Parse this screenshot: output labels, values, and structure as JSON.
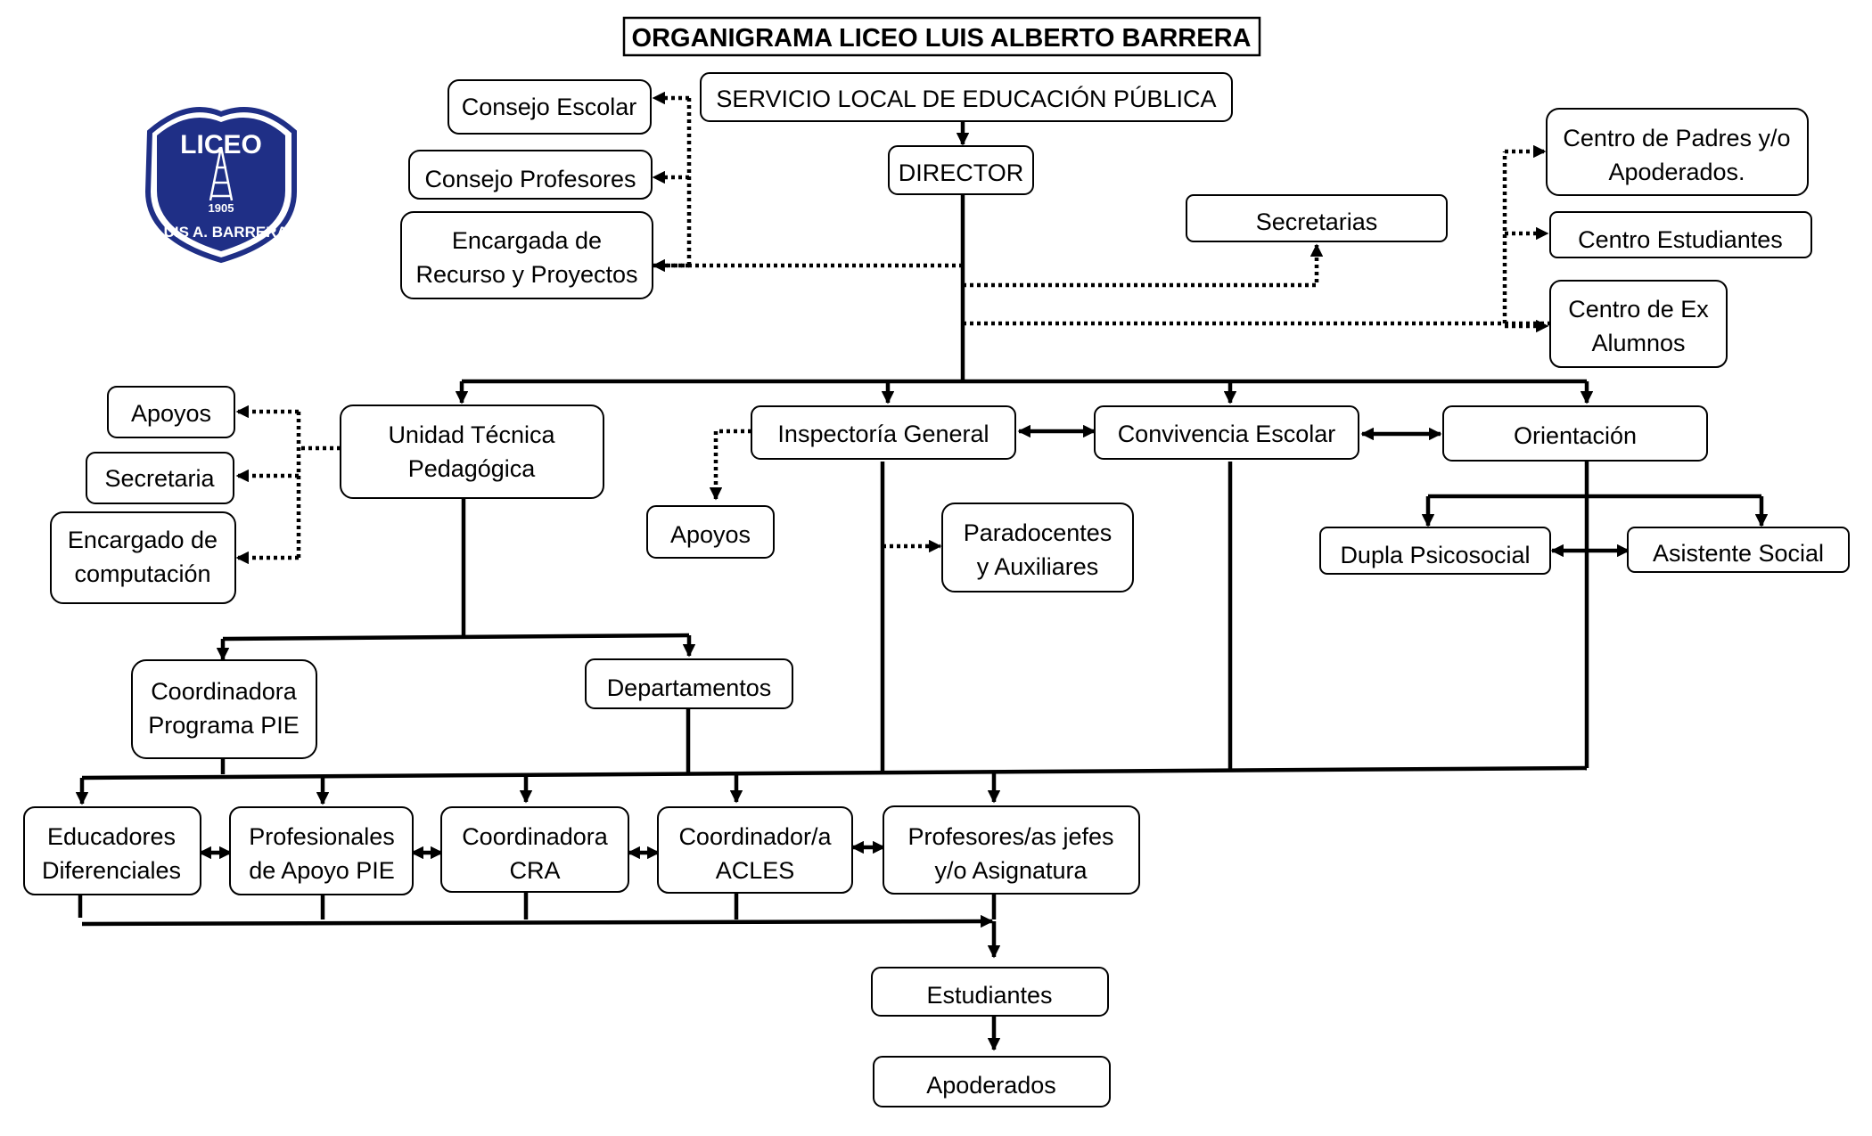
{
  "title": "ORGANIGRAMA LICEO LUIS ALBERTO BARRERA",
  "logo": {
    "icon": "school-crest-shield",
    "top_text": "LICEO",
    "bottom_text": "LUIS A. BARRERA",
    "year": "1905",
    "colors": {
      "shield": "#1f2f86",
      "text": "#ffffff"
    }
  },
  "nodes": {
    "servicio_local": [
      "SERVICIO LOCAL DE EDUCACIÓN PÚBLICA"
    ],
    "director": [
      "DIRECTOR"
    ],
    "consejo_escolar": [
      "Consejo Escolar"
    ],
    "consejo_profesores": [
      "Consejo Profesores"
    ],
    "encargada_recurso": [
      "Encargada de",
      "Recurso y Proyectos"
    ],
    "secretarias": [
      "Secretarias"
    ],
    "centro_padres": [
      "Centro de Padres y/o",
      "Apoderados."
    ],
    "centro_estudiantes": [
      "Centro Estudiantes"
    ],
    "centro_ex_alumnos": [
      "Centro de Ex",
      "Alumnos"
    ],
    "utp": [
      "Unidad Técnica",
      "Pedagógica"
    ],
    "apoyos_utp": [
      "Apoyos"
    ],
    "secretaria_utp": [
      "Secretaria"
    ],
    "encargado_computacion": [
      "Encargado de",
      "computación"
    ],
    "inspectoria": [
      "Inspectoría General"
    ],
    "apoyos_insp": [
      "Apoyos"
    ],
    "paradocentes": [
      "Paradocentes",
      "y Auxiliares"
    ],
    "convivencia": [
      "Convivencia Escolar"
    ],
    "orientacion": [
      "Orientación"
    ],
    "dupla": [
      "Dupla Psicosocial"
    ],
    "asistente": [
      "Asistente Social"
    ],
    "coord_pie": [
      "Coordinadora",
      "Programa PIE"
    ],
    "departamentos": [
      "Departamentos"
    ],
    "educadores": [
      "Educadores",
      "Diferenciales"
    ],
    "profesionales_pie": [
      "Profesionales",
      "de Apoyo PIE"
    ],
    "coord_cra": [
      "Coordinadora",
      "CRA"
    ],
    "coord_acles": [
      "Coordinador/a",
      "ACLES"
    ],
    "profesores": [
      "Profesores/as jefes",
      "y/o Asignatura"
    ],
    "estudiantes": [
      "Estudiantes"
    ],
    "apoderados": [
      "Apoderados"
    ]
  }
}
